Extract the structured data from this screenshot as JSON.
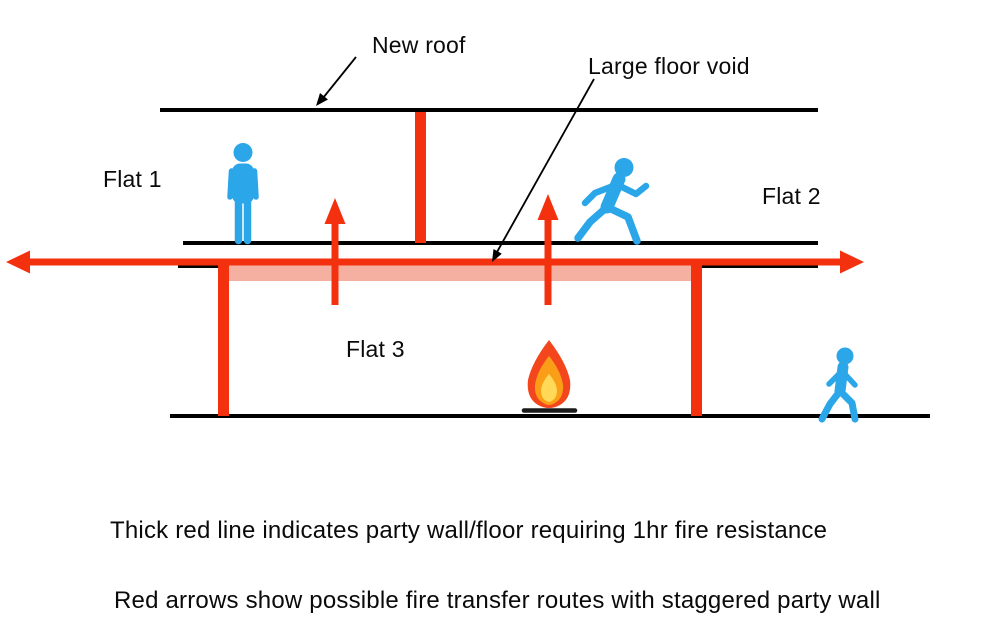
{
  "labels": {
    "new_roof": "New roof",
    "large_floor_void": "Large floor void",
    "flat1": "Flat 1",
    "flat2": "Flat 2",
    "flat3": "Flat 3"
  },
  "captions": {
    "red_line": "Thick red line indicates party wall/floor requiring 1hr fire resistance",
    "red_arrows": "Red arrows show possible fire transfer routes with staggered party wall"
  },
  "colors": {
    "structure_black": "#000000",
    "fire_red": "#f3310e",
    "floor_void_pink": "#f6b0a2",
    "person_blue": "#2ba6e9",
    "flame_outer": "#f4461c",
    "flame_mid": "#fb9e17",
    "flame_inner": "#ffd957",
    "flame_base": "#1a1a1a"
  },
  "icons": {
    "standing_person": "standing-person-icon",
    "running_person": "running-person-icon",
    "walking_person": "walking-person-icon",
    "flame": "fire-icon"
  }
}
